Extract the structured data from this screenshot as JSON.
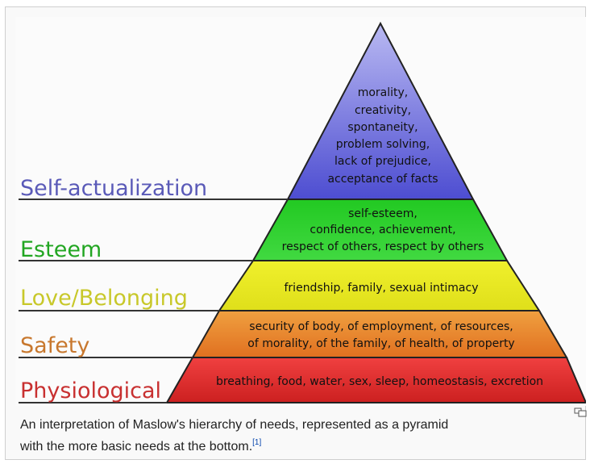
{
  "diagram": {
    "levels": [
      {
        "label": "Self-actualization",
        "color": "#6666cc",
        "fill": "#5c5cd6",
        "lines": [
          "morality,",
          "creativity,",
          "spontaneity,",
          "problem solving,",
          "lack of prejudice,",
          "acceptance of facts"
        ]
      },
      {
        "label": "Esteem",
        "color": "#2faa2f",
        "fill": "#2ecc2e",
        "lines": [
          "self-esteem,",
          "confidence, achievement,",
          "respect of others, respect by others"
        ]
      },
      {
        "label": "Love/Belonging",
        "color": "#cccc33",
        "fill": "#e6e61a",
        "lines": [
          "friendship, family, sexual intimacy"
        ]
      },
      {
        "label": "Safety",
        "color": "#cc7a2e",
        "fill": "#e88a2e",
        "lines": [
          "security of body, of employment, of resources,",
          "of morality, of the family, of health, of property"
        ]
      },
      {
        "label": "Physiological",
        "color": "#cc3333",
        "fill": "#dd2e2e",
        "lines": [
          "breathing, food, water, sex, sleep, homeostasis, excretion"
        ]
      }
    ]
  },
  "caption": {
    "text_line1": "An interpretation of Maslow's hierarchy of needs, represented as a pyramid",
    "text_line2": "with the more basic needs at the bottom.",
    "ref": "[1]"
  },
  "icons": {
    "enlarge": "enlarge-icon"
  }
}
